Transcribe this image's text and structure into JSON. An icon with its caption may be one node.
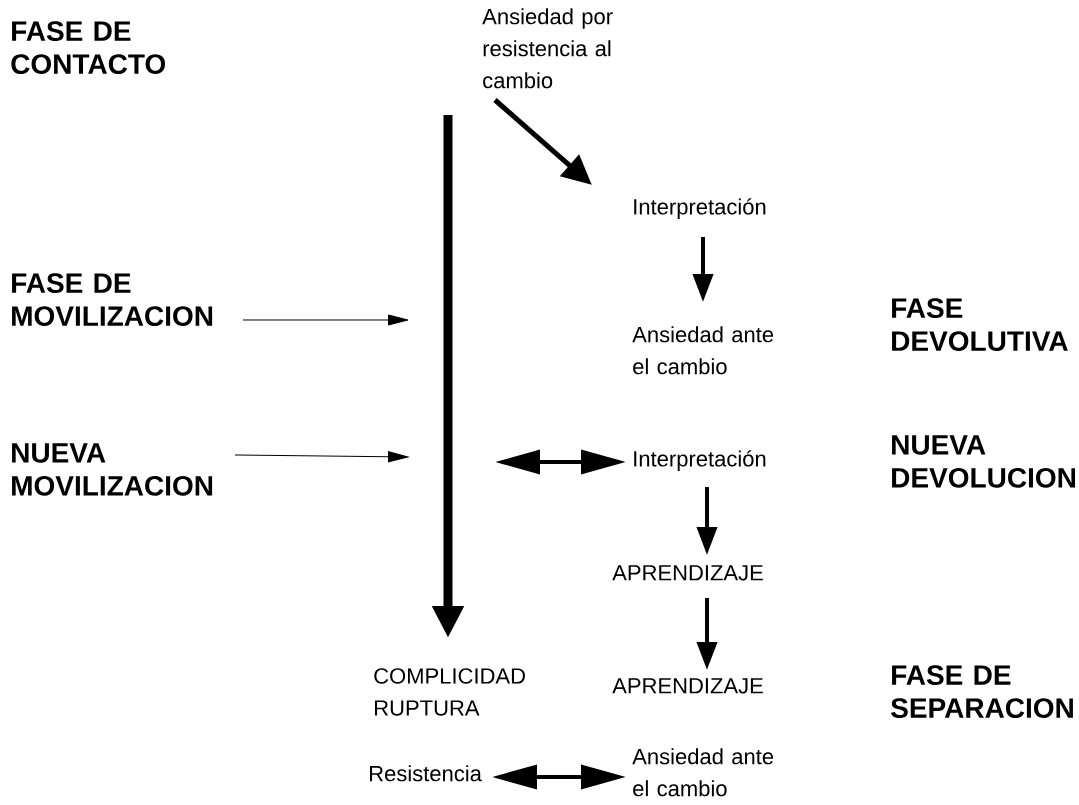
{
  "diagram": {
    "nodes": [
      {
        "text": [
          "Ansiedad por resistencia al cambio"
        ]
      },
      {
        "text": [
          "Interpretación"
        ]
      },
      {
        "text": [
          "Ansiedad ante el cambio"
        ]
      },
      {
        "text": [
          "Interpretación"
        ]
      },
      {
        "text": [
          "APRENDIZAJE"
        ]
      },
      {
        "text": [
          "APRENDIZAJE"
        ]
      },
      {
        "text": [
          "COMPLICIDAD RUPTURA"
        ]
      },
      {
        "text": [
          "Resistencia"
        ]
      },
      {
        "text": [
          "Ansiedad ante el cambio"
        ]
      },
      {
        "text": [
          "FASE DE MOVILIZACION"
        ]
      },
      {
        "text": [
          "NUEVA MOVILIZACION"
        ]
      }
    ],
    "edges": [
      {
        "from": 0,
        "to": 6,
        "arrow": "to",
        "style": "thick"
      },
      {
        "from": 0,
        "to": 1,
        "arrow": "to"
      },
      {
        "from": 1,
        "to": 2,
        "arrow": "to"
      },
      {
        "from": null,
        "to": 3,
        "arrow": "both"
      },
      {
        "from": 3,
        "to": 4,
        "arrow": "to"
      },
      {
        "from": 4,
        "to": 5,
        "arrow": "to"
      },
      {
        "from": 7,
        "to": 8,
        "arrow": "both"
      },
      {
        "from": 9,
        "to": null,
        "arrow": "to"
      },
      {
        "from": 10,
        "to": null,
        "arrow": "to"
      }
    ],
    "labels": [
      "FASE DE CONTACTO",
      "FASE DEVOLUTIVA",
      "NUEVA DEVOLUCION",
      "FASE DE SEPARACION"
    ]
  }
}
